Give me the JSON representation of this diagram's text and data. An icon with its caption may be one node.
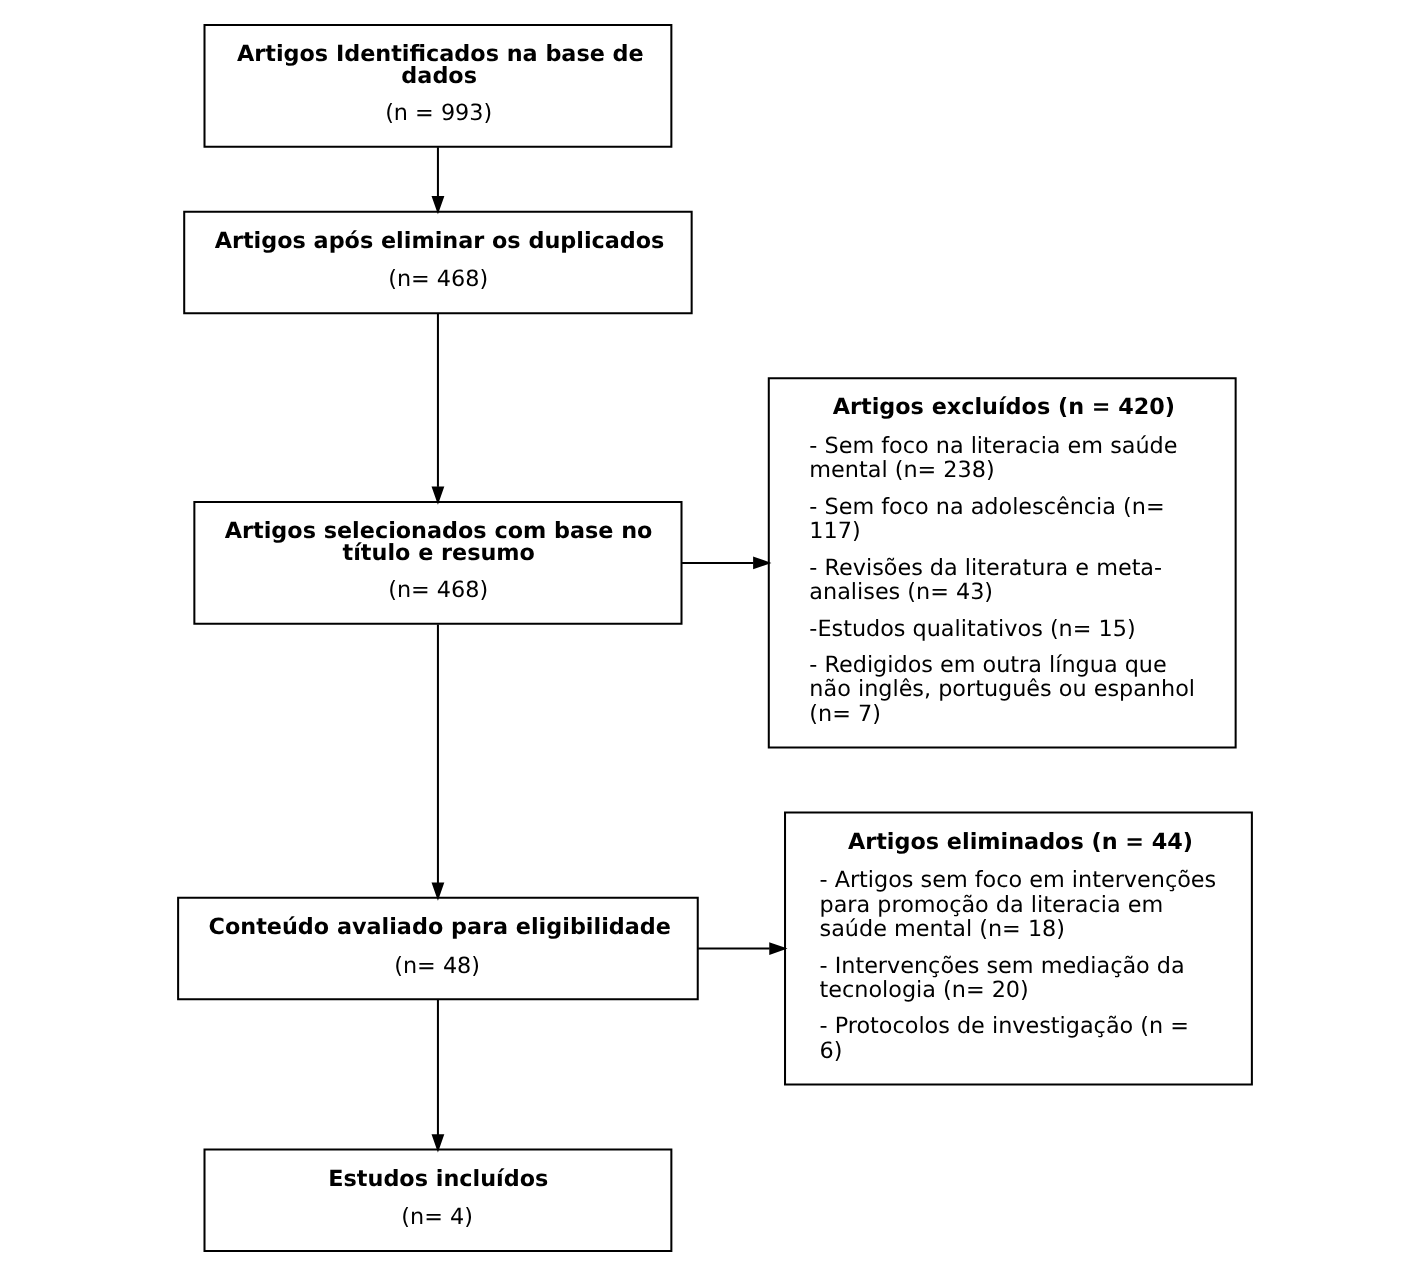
{
  "diagram": {
    "nodes": [
      {
        "text": [
          "Artigos Identificados na base de dados",
          "(n = 993)"
        ]
      },
      {
        "text": [
          "Artigos após eliminar os duplicados",
          "(n= 468)"
        ]
      },
      {
        "text": [
          "Artigos selecionados com base no título e resumo",
          "(n= 468)"
        ]
      },
      {
        "text": [
          "Conteúdo avaliado para eligibilidade",
          "(n= 48)"
        ]
      },
      {
        "text": [
          "Estudos incluídos",
          "(n= 4)"
        ]
      },
      {
        "text": [
          "Artigos excluídos (n = 420)",
          "- Sem foco na literacia em saúde mental (n= 238)",
          "- Sem foco na adolescência (n= 117)",
          "- Revisões da literatura e meta-analises (n= 43)",
          "-Estudos qualitativos (n= 15)",
          "- Redigidos em outra língua que não inglês, português ou espanhol (n= 7)"
        ]
      },
      {
        "text": [
          "Artigos eliminados (n = 44)",
          "- Artigos sem foco em intervenções para promoção da literacia em saúde mental (n= 18)",
          "- Intervenções sem mediação da tecnologia (n= 20)",
          "- Protocolos de investigação (n = 6)"
        ]
      }
    ],
    "edges": [
      {
        "from": 0,
        "to": 1,
        "arrow": "to"
      },
      {
        "from": 1,
        "to": 2,
        "arrow": "to"
      },
      {
        "from": 2,
        "to": 5,
        "arrow": "to"
      },
      {
        "from": 2,
        "to": 3,
        "arrow": "to"
      },
      {
        "from": 3,
        "to": 6,
        "arrow": "to"
      },
      {
        "from": 3,
        "to": 4,
        "arrow": "to"
      }
    ]
  }
}
